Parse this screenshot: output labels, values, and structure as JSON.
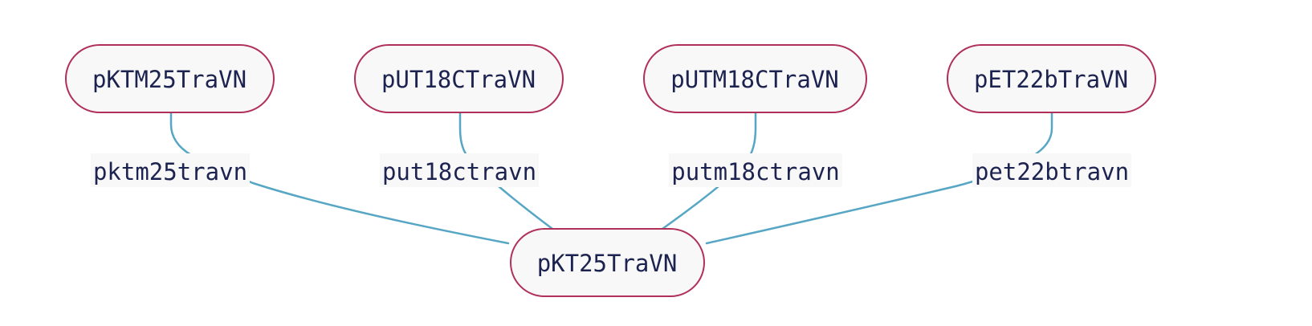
{
  "colors": {
    "node_fill": "#f8f8f8",
    "node_border": "#b0305a",
    "edge": "#56a6c4",
    "text": "#1d2350",
    "label_background": "#f8f8f8"
  },
  "nodes": {
    "pktm25": "pKTM25TraVN",
    "put18c": "pUT18CTraVN",
    "putm18c": "pUTM18CTraVN",
    "pet22b": "pET22bTraVN",
    "pkt25": "pKT25TraVN"
  },
  "edge_labels": {
    "pktm25": "pktm25travn",
    "put18c": "put18ctravn",
    "putm18c": "putm18ctravn",
    "pet22b": "pet22btravn"
  },
  "edges": [
    {
      "from": "pktm25",
      "to": "pkt25",
      "label": "pktm25"
    },
    {
      "from": "put18c",
      "to": "pkt25",
      "label": "put18c"
    },
    {
      "from": "putm18c",
      "to": "pkt25",
      "label": "putm18c"
    },
    {
      "from": "pet22b",
      "to": "pkt25",
      "label": "pet22b"
    }
  ]
}
